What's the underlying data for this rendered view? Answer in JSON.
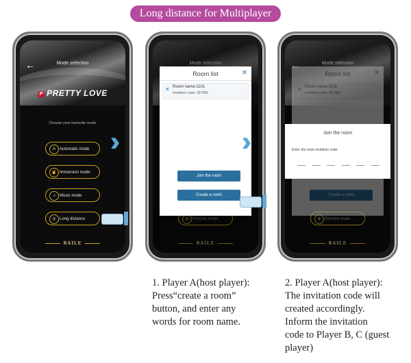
{
  "title": "Long distance for Multiplayer",
  "phone1": {
    "header": "Mode selection",
    "brand_logo": "PRETTY LOVE",
    "subtitle": "Choose your favourite mode",
    "modes": [
      {
        "label": "Automatic mode",
        "icon": "a"
      },
      {
        "label": "Immersion mode",
        "icon": "hand"
      },
      {
        "label": "Music mode",
        "icon": "note"
      },
      {
        "label": "Long distance",
        "icon": "globe"
      }
    ],
    "footer": "BAILE"
  },
  "phone2": {
    "header": "Mode selection",
    "dialog_title": "Room list",
    "room_name": "Room name:1101",
    "invitation_code": "Invitation code: 327405",
    "join_button": "Join the room",
    "create_button": "Create a room",
    "behind_mode": "Remote mode",
    "footer": "BAILE"
  },
  "phone3": {
    "header": "Mode selection",
    "dialog_title": "Room list",
    "room_name": "Room name:1101",
    "invitation_code": "Invitation code: 327405",
    "join_title": "Join the room",
    "join_prompt": "Enter the room invitation code:",
    "create_button": "Create a room",
    "behind_mode": "Remote mode",
    "footer": "BAILE"
  },
  "captions": {
    "step1": "1. Player A(host player):\nPress“create a room”\nbutton, and enter any\nwords for room name.",
    "step2": "2. Player A(host player):\nThe invitation code will\ncreated accordingly.\nInform the invitation\ncode to Player B, C (guest\nplayer)"
  },
  "colors": {
    "title_pill": "#b54a9e",
    "accent_blue": "#2a6f9e",
    "gold": "#c9a227"
  }
}
